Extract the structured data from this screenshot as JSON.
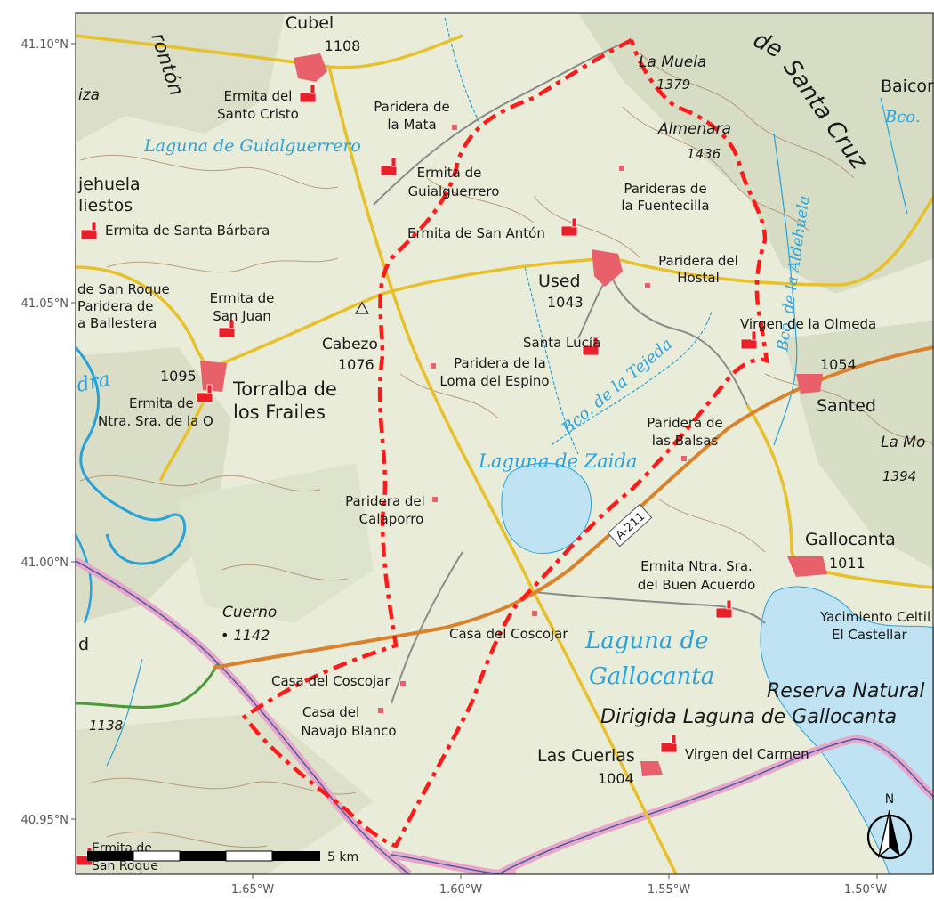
{
  "map": {
    "colors": {
      "terrain": "#e8ecd8",
      "terrain_dark": "#cfd6bd",
      "water": "#bfe3f2",
      "water_text": "#2aa3dd",
      "main_road": "#e7c02a",
      "highway": "#d9822b",
      "route": "#ff1a1a",
      "boundary": "#e8a6c8",
      "boundary_line": "#4a5ba8",
      "river": "#27a2d8",
      "contour": "#a87a5a",
      "poi": "#e8202a",
      "green_border": "#4b9a3a"
    },
    "lat_ticks": [
      "41.10°N",
      "41.05°N",
      "41.00°N",
      "40.95°N"
    ],
    "lon_ticks": [
      "1.65°W",
      "1.60°W",
      "1.55°W",
      "1.50°W"
    ],
    "scale_label": "5 km",
    "north_label": "N",
    "road_labels": {
      "a211": "A-211"
    },
    "water_labels": {
      "laguna_guialguerrero": "Laguna de Guialguerrero",
      "laguna_zaida": "Laguna de Zaida",
      "laguna_gallocanta_1": "Laguna de",
      "laguna_gallocanta_2": "Gallocanta",
      "bco_tejeda": "Bco. de la Tejeda",
      "bco_aldehuela": "Bco. de la Aldehuela",
      "bco_top": "Bco.",
      "dra": "dra"
    },
    "place_labels": {
      "cubel": "Cubel",
      "cubel_elev": "1108",
      "ronton": "rontón",
      "iza": "iza",
      "ermita_santo_cristo_1": "Ermita del",
      "ermita_santo_cristo_2": "Santo Cristo",
      "paridera_mata_1": "Paridera de",
      "paridera_mata_2": "la Mata",
      "la_muela": "La Muela",
      "la_muela_elev": "1379",
      "almenara": "Almenara",
      "almenara_elev": "1436",
      "de": "de",
      "santa_cruz": "Santa Cruz",
      "baicon": "Baicon",
      "ermita_guialguerrero_1": "Ermita de",
      "ermita_guialguerrero_2": "Guialguerrero",
      "parideras_fuentecilla_1": "Parideras de",
      "parideras_fuentecilla_2": "la Fuentecilla",
      "jehuela": "jehuela",
      "liestos": "liestos",
      "ermita_santa_barbara": "Ermita de Santa Bárbara",
      "ermita_san_anton": "Ermita de San Antón",
      "used": "Used",
      "used_elev": "1043",
      "paridera_hostal_1": "Paridera del",
      "paridera_hostal_2": "Hostal",
      "de_san_roque": "de San Roque",
      "paridera_ballestera_1": "Paridera de",
      "paridera_ballestera_2": "a Ballestera",
      "ermita_san_juan_1": "Ermita de",
      "ermita_san_juan_2": "San Juan",
      "cabezo": "Cabezo",
      "cabezo_elev": "1076",
      "santa_lucia": "Santa Lucía",
      "virgen_olmeda": "Virgen de la Olmeda",
      "elev_1054": "1054",
      "santed": "Santed",
      "la_mo": "La Mo",
      "elev_1394": "1394",
      "elev_1095": "1095",
      "torralba_1": "Torralba de",
      "torralba_2": "los Frailes",
      "paridera_loma_1": "Paridera de la",
      "paridera_loma_2": "Loma del Espino",
      "ermita_sra_o_1": "Ermita de",
      "ermita_sra_o_2": "Ntra. Sra. de la O",
      "paridera_balsas_1": "Paridera de",
      "paridera_balsas_2": "las Balsas",
      "paridera_calaporro_1": "Paridera del",
      "paridera_calaporro_2": "Calaporro",
      "gallocanta": "Gallocanta",
      "gallocanta_elev": "1011",
      "ermita_buen_acuerdo_1": "Ermita Ntra. Sra.",
      "ermita_buen_acuerdo_2": "del Buen Acuerdo",
      "cuerno": "Cuerno",
      "cuerno_elev": "• 1142",
      "yacimiento_1": "Yacimiento Celtil",
      "yacimiento_2": "El Castellar",
      "casa_coscojar_east": "Casa del Coscojar",
      "casa_coscojar_west": "Casa del Coscojar",
      "reserva_1": "Reserva Natural",
      "reserva_2": "Dirigida Laguna de Gallocanta",
      "elev_1138": "1138",
      "casa_navajo_1": "Casa del",
      "casa_navajo_2": "Navajo Blanco",
      "las_cuerlas": "Las Cuerlas",
      "las_cuerlas_elev": "1004",
      "virgen_carmen": "Virgen del Carmen",
      "ermita_san_roque_1": "Ermita de",
      "ermita_san_roque_2": "San Roque",
      "d_left": "d"
    }
  }
}
